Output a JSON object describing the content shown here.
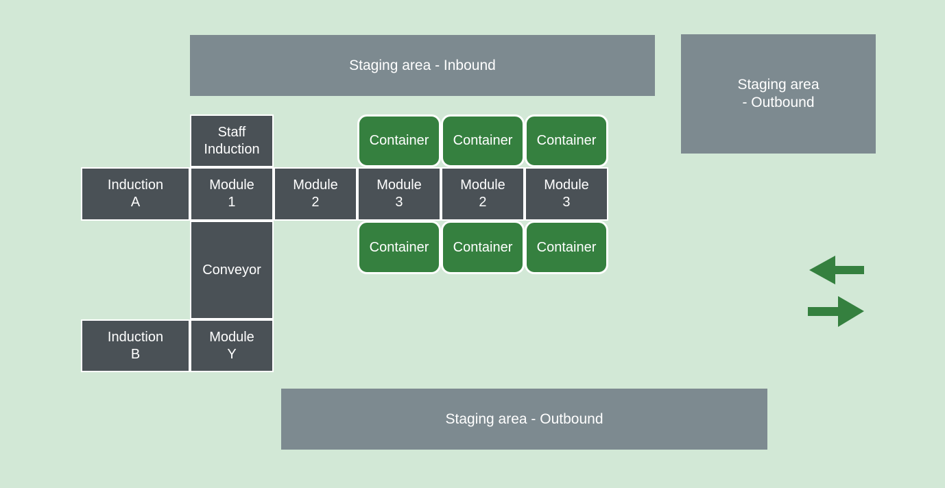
{
  "diagram": {
    "background_color": "#d2e8d6",
    "staging_color": "#7d8a90",
    "unit_color": "#4a5156",
    "container_color": "#35803f",
    "arrow_color": "#35803f",
    "label_color": "#ffffff"
  },
  "staging_areas": {
    "inbound_top": "Staging area - Inbound",
    "outbound_right": "Staging area\n- Outbound",
    "outbound_bottom": "Staging area - Outbound"
  },
  "units": {
    "staff_induction": "Staff\nInduction",
    "induction_a": "Induction\nA",
    "module_1": "Module\n1",
    "module_2": "Module\n2",
    "module_3": "Module\n3",
    "module_2_right": "Module\n2",
    "module_3_right": "Module\n3",
    "conveyor": "Conveyor",
    "induction_b": "Induction\nB",
    "module_y": "Module\nY"
  },
  "containers": {
    "label": "Container"
  },
  "icons": {
    "left_arrow": "arrow-left-icon",
    "right_arrow": "arrow-right-icon"
  }
}
